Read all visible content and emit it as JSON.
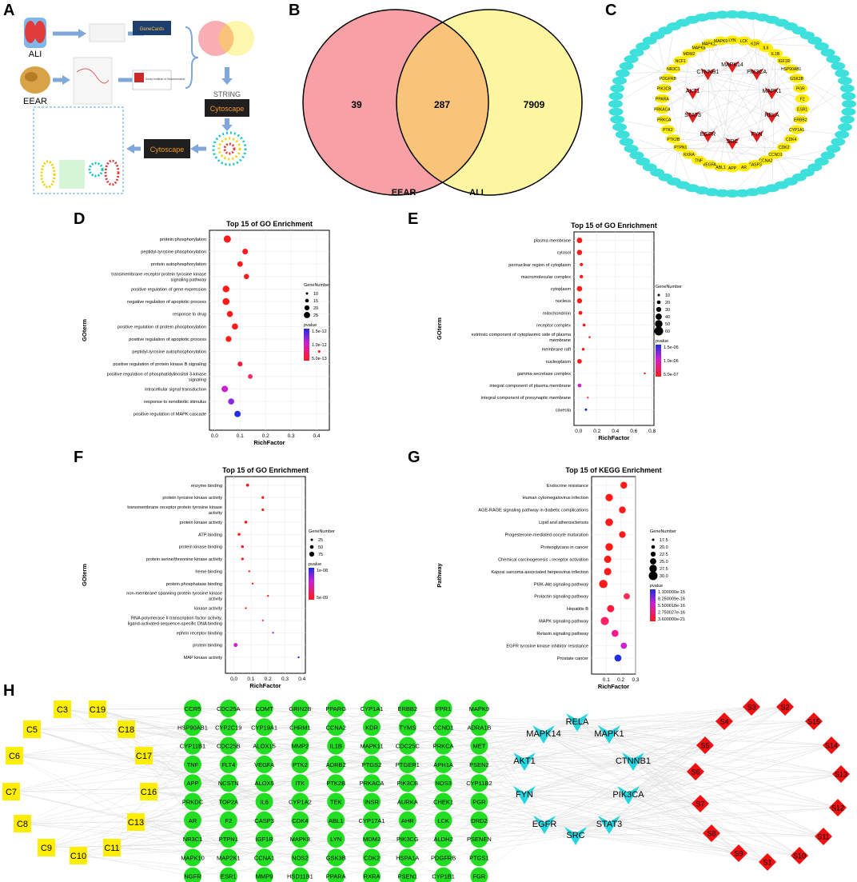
{
  "panels": {
    "A": {
      "letter": "A",
      "labels": [
        "ALI",
        "EEAR"
      ],
      "tools": [
        "GeneCards",
        "Swiss Institute of Bioinformatics",
        "STRING",
        "Cytoscape",
        "Cytoscape"
      ]
    },
    "B": {
      "letter": "B",
      "only_left": "39",
      "overlap": "287",
      "only_right": "7909",
      "left_label": "EEAR",
      "right_label": "ALI",
      "colors": {
        "left": "#f7a0a6",
        "right": "#fdf6a0",
        "overlap": "#f9c47a"
      }
    },
    "C": {
      "letter": "C",
      "core": [
        "MAPK14",
        "PIK3CA",
        "MAPK1",
        "RELA",
        "FYN",
        "SRC",
        "EGFR",
        "STAT3",
        "AKT1",
        "CTNNB1"
      ],
      "middle": [
        "LYN",
        "LCK",
        "KDR",
        "IL6",
        "IL1B",
        "IGF1R",
        "HSP90AB1",
        "GSK3B",
        "PGR",
        "F2",
        "ESR1",
        "ERBB2",
        "CYP1A1",
        "CDK4",
        "CDK2",
        "CCND1",
        "CCNA2",
        "CASP3",
        "AR",
        "APP",
        "ABL1",
        "VEGFA",
        "TNF",
        "RXRA",
        "PTPN1",
        "PTK2B",
        "PTK2",
        "PRKCA",
        "PRKACA",
        "PPARA",
        "PIK3CB",
        "PDGFRB",
        "NR3C1",
        "NCF1",
        "MDM2",
        "MAPK8",
        "MAPK11",
        "MAPK9"
      ]
    },
    "D": {
      "letter": "D",
      "size_legend_title": "GeneNumber",
      "color_legend_title": "pvalue",
      "chart_data": {
        "type": "scatter",
        "title": "Top 15 of GO Enrichment",
        "xlabel": "RichFactor",
        "ylabel": "GOterm",
        "xlim": [
          -0.02,
          0.45
        ],
        "xticks": [
          "0.0",
          "0.1",
          "0.2",
          "0.3",
          "0.4"
        ],
        "categories": [
          "protein phosphorylation",
          "peptidyl-tyrosine phosphorylation",
          "protein autophosphorylation",
          "transmembrane receptor protein tyrosine kinase signaling pathway",
          "positive regulation of gene expression",
          "negative regulation of apoptotic process",
          "response to drug",
          "positive regulation of protein phosphorylation",
          "positive regulation of apoptotic process",
          "peptidyl-tyrosine autophosphorylation",
          "positive regulation of protein kinase B signaling",
          "positive regulation of phosphatidylinositol 3-kinase signaling",
          "intracellular signal transduction",
          "response to xenobiotic stimulus",
          "positive regulation of MAPK cascade"
        ],
        "x": [
          0.05,
          0.12,
          0.1,
          0.125,
          0.045,
          0.045,
          0.06,
          0.08,
          0.055,
          0.41,
          0.1,
          0.14,
          0.04,
          0.065,
          0.09
        ],
        "size": [
          26,
          16,
          15,
          14,
          23,
          24,
          18,
          19,
          17,
          3,
          12,
          11,
          21,
          19,
          20
        ],
        "color": [
          "#ff1a1a",
          "#ff1a1a",
          "#ff1a1a",
          "#ff1a1a",
          "#ff1a1a",
          "#ff1a1a",
          "#ff1a1a",
          "#ff1a1a",
          "#ff1a1a",
          "#ff1a1a",
          "#ff1a3c",
          "#ff2860",
          "#cc22cc",
          "#8a2be2",
          "#1f2ee0"
        ],
        "size_legend": [
          "10",
          "15",
          "20",
          "25"
        ],
        "color_legend": [
          "1.5e-12",
          "1.0e-12",
          "5.0e-13"
        ]
      }
    },
    "E": {
      "letter": "E",
      "size_legend_title": "GeneNumber",
      "color_legend_title": "pvalue",
      "chart_data": {
        "type": "scatter",
        "title": "Top 15 of GO Enrichment",
        "xlabel": "RichFactor",
        "ylabel": "GOterm",
        "xlim": [
          -0.05,
          0.82
        ],
        "xticks": [
          "0.0",
          "0.2",
          "0.4",
          "0.6",
          "0.8"
        ],
        "categories": [
          "plasma membrane",
          "cytosol",
          "perinuclear region of cytoplasm",
          "macromolecular complex",
          "cytoplasm",
          "nucleus",
          "mitochondrion",
          "receptor complex",
          "extrinsic component of cytoplasmic side of plasma membrane",
          "membrane raft",
          "nucleoplasm",
          "gamma-secretase complex",
          "integral component of plasma membrane",
          "integral component of presynaptic membrane",
          "caveola"
        ],
        "x": [
          0.01,
          0.01,
          0.03,
          0.03,
          0.01,
          0.01,
          0.02,
          0.06,
          0.12,
          0.05,
          0.01,
          0.72,
          0.01,
          0.1,
          0.08
        ],
        "size": [
          60,
          55,
          22,
          25,
          58,
          52,
          30,
          18,
          8,
          16,
          42,
          3,
          28,
          7,
          12
        ],
        "color": [
          "#ff1a1a",
          "#ff1a1a",
          "#ff1a1a",
          "#ff1a1a",
          "#ff1a1a",
          "#ff1a1a",
          "#ff1a1a",
          "#ff1a1a",
          "#ff1a1a",
          "#ff1a1a",
          "#ff1a1a",
          "#ff1a1a",
          "#cc22cc",
          "#ff3366",
          "#1f2ee0"
        ],
        "size_legend": [
          "10",
          "20",
          "30",
          "40",
          "50",
          "60"
        ],
        "color_legend": [
          "1.5e-06",
          "1.0e-06",
          "5.0e-07"
        ]
      }
    },
    "F": {
      "letter": "F",
      "size_legend_title": "GeneNumber",
      "color_legend_title": "pvalue",
      "chart_data": {
        "type": "scatter",
        "title": "Top 15 of GO Enrichment",
        "xlabel": "RichFactor",
        "ylabel": "GOterm",
        "xlim": [
          -0.05,
          0.42
        ],
        "xticks": [
          "0.0",
          "0.1",
          "0.2",
          "0.3",
          "0.4"
        ],
        "categories": [
          "enzyme binding",
          "protein tyrosine kinase activity",
          "transmembrane receptor protein tyrosine kinase activity",
          "protein kinase activity",
          "ATP binding",
          "protein kinase binding",
          "protein serine/threonine kinase activity",
          "heme binding",
          "protein phosphatase binding",
          "non-membrane spanning protein tyrosine kinase activity",
          "kinase activity",
          "RNA polymerase II transcription factor activity, ligand-activated sequence-specific DNA binding",
          "ephrin receptor binding",
          "protein binding",
          "MAP kinase activity"
        ],
        "x": [
          0.08,
          0.17,
          0.17,
          0.07,
          0.03,
          0.05,
          0.05,
          0.09,
          0.11,
          0.2,
          0.07,
          0.17,
          0.23,
          0.01,
          0.38
        ],
        "size": [
          50,
          38,
          36,
          45,
          42,
          40,
          36,
          18,
          17,
          16,
          18,
          12,
          10,
          85,
          8
        ],
        "color": [
          "#ff1a1a",
          "#ff1a1a",
          "#ff1a1a",
          "#ff1a1a",
          "#ff1a1a",
          "#ff1a1a",
          "#ff1a1a",
          "#ff1a1a",
          "#ff1a1a",
          "#ff1a1a",
          "#ff1a1a",
          "#ff3366",
          "#aa22dd",
          "#cc22cc",
          "#1f2ee0"
        ],
        "size_legend": [
          "25",
          "50",
          "75"
        ],
        "color_legend": [
          "1e-08",
          "5e-09"
        ]
      }
    },
    "G": {
      "letter": "G",
      "size_legend_title": "GeneNumber",
      "color_legend_title": "pvalue",
      "chart_data": {
        "type": "scatter",
        "title": "Top 15 of KEGG Enrichment",
        "xlabel": "RichFactor",
        "ylabel": "Pathway",
        "xlim": [
          0.0,
          0.3
        ],
        "xticks": [
          "0.1",
          "0.2",
          "0.3"
        ],
        "categories": [
          "Endocrine resistance",
          "Human cytomegalovirus infection",
          "AGE-RAGE signaling pathway in diabetic complications",
          "Lipid and atherosclerosis",
          "Progesterone-mediated oocyte maturation",
          "Proteoglycans in cancer",
          "Chemical carcinogenesis - receptor activation",
          "Kaposi sarcoma-associated herpesvirus infection",
          "PI3K-Akt signaling pathway",
          "Prolactin signaling pathway",
          "Hepatitis B",
          "MAPK signaling pathway",
          "Relaxin signaling pathway",
          "EGFR tyrosine kinase inhibitor resistance",
          "Prostate cancer"
        ],
        "x": [
          0.22,
          0.12,
          0.21,
          0.12,
          0.21,
          0.12,
          0.11,
          0.11,
          0.08,
          0.24,
          0.13,
          0.09,
          0.16,
          0.22,
          0.18
        ],
        "size": [
          20,
          24,
          20,
          25,
          19,
          25,
          23,
          23,
          30,
          17,
          22,
          29,
          21,
          17,
          21
        ],
        "color": [
          "#ff1a1a",
          "#ff1a1a",
          "#ff1a1a",
          "#ff1a1a",
          "#ff1a1a",
          "#ff1a1a",
          "#ff1a1a",
          "#ff1a1a",
          "#ff1a1a",
          "#ff2b55",
          "#ff1a3c",
          "#ff2266",
          "#ff1a8a",
          "#cc22cc",
          "#1f2ee0"
        ],
        "size_legend": [
          "17.5",
          "20.0",
          "22.5",
          "25.0",
          "27.5",
          "30.0"
        ],
        "color_legend": [
          "1.100000e-15",
          "8.250009e-16",
          "5.500018e-16",
          "2.750027e-16",
          "3.600000e-21"
        ]
      }
    },
    "H": {
      "letter": "H",
      "compounds": [
        "C3",
        "C19",
        "C5",
        "C18",
        "C6",
        "C17",
        "C7",
        "C16",
        "C8",
        "C13",
        "C9",
        "C11",
        "C10"
      ],
      "genes": [
        [
          "CCR5",
          "CDC25A",
          "COMT",
          "GRIN2B",
          "PPARG",
          "CYP1A1",
          "ERBB2",
          "FPR1",
          "MAPK9"
        ],
        [
          "HSP90AB1",
          "CYP2C19",
          "CYP19A1",
          "CHRM1",
          "CCNA2",
          "KDR",
          "TYMS",
          "CCND1",
          "ADRA1B"
        ],
        [
          "CYP11B1",
          "CDC25B",
          "ALOX15",
          "MMP2",
          "IL1B",
          "MAPK11",
          "CDC25C",
          "PRKCA",
          "MET"
        ],
        [
          "TNF",
          "FLT4",
          "VEGFA",
          "PTK2",
          "ADRB2",
          "PTGS2",
          "PTGER1",
          "APH1A",
          "PSEN2"
        ],
        [
          "APP",
          "NCSTN",
          "ALOX5",
          "ITK",
          "PTK2B",
          "PRKACA",
          "PIK3CB",
          "NOS3",
          "CYP11B2"
        ],
        [
          "PRKDC",
          "TOP2A",
          "IL6",
          "CYP1A2",
          "TEK",
          "INSR",
          "AURKA",
          "CHEK1",
          "PGR"
        ],
        [
          "AR",
          "F2",
          "CASP3",
          "CDK4",
          "ABL1",
          "CYP17A1",
          "AHR",
          "LCK",
          "DRD2"
        ],
        [
          "NR3C1",
          "PTPN1",
          "IGF1R",
          "MAPK8",
          "LYN",
          "MDM2",
          "PIK3CG",
          "ALDH2",
          "PSENEN"
        ],
        [
          "MAPK10",
          "MAP2K1",
          "CCNA1",
          "NOS2",
          "GSK3B",
          "CDK2",
          "HSPA1A",
          "PDGFRB",
          "PTGS1"
        ],
        [
          "NGFR",
          "ESR1",
          "MMP9",
          "HSD11B1",
          "PPARA",
          "RXRA",
          "PSEN1",
          "CYP1B1",
          "FGR"
        ]
      ],
      "hubs": [
        "RELA",
        "MAPK14",
        "MAPK1",
        "AKT1",
        "CTNNB1",
        "FYN",
        "PIK3CA",
        "EGFR",
        "SRC",
        "STAT3"
      ],
      "samples": [
        "S3",
        "S2",
        "S4",
        "S15",
        "S5",
        "S14",
        "S6",
        "S13",
        "S7",
        "S12",
        "S8",
        "S11",
        "S9",
        "S1",
        "S10"
      ],
      "colors": {
        "compound": "#ffee00",
        "gene": "#22dd22",
        "hub": "#22d6e0",
        "sample": "#ee1111"
      }
    }
  }
}
